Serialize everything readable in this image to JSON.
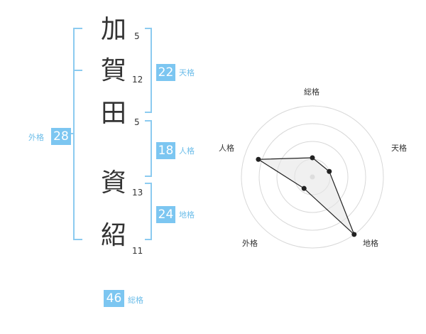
{
  "name": {
    "chars": [
      {
        "char": "加",
        "strokes": "5"
      },
      {
        "char": "賀",
        "strokes": "12"
      },
      {
        "char": "田",
        "strokes": "5"
      },
      {
        "char": "資",
        "strokes": "13"
      },
      {
        "char": "紹",
        "strokes": "11"
      }
    ]
  },
  "fortune": {
    "tenkaku": {
      "value": "22",
      "label": "天格"
    },
    "jinkaku": {
      "value": "18",
      "label": "人格"
    },
    "chikaku": {
      "value": "24",
      "label": "地格"
    },
    "gaikaku": {
      "value": "28",
      "label": "外格"
    },
    "soukaku": {
      "value": "46",
      "label": "総格"
    }
  },
  "chart_data": {
    "type": "radar",
    "axes": [
      "総格",
      "天格",
      "地格",
      "外格",
      "人格"
    ],
    "values": [
      0.27,
      0.25,
      1.0,
      0.2,
      0.8
    ],
    "range": [
      0,
      1
    ],
    "rings": 4,
    "grid": true
  },
  "colors": {
    "accent": "#7cc6f1",
    "bracket": "#8ccbf0",
    "label": "#6cbde9",
    "text": "#333333",
    "grid": "#d8d8d8",
    "fill": "#e6e6e6",
    "line": "#222222"
  }
}
